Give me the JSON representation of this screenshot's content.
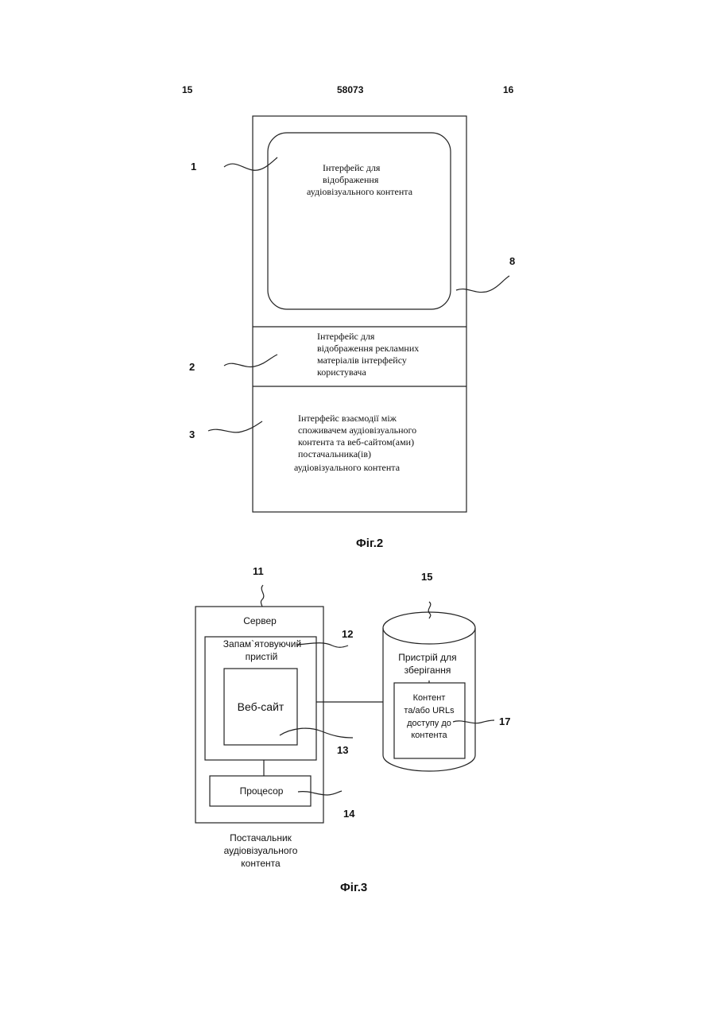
{
  "header": {
    "left_page": "15",
    "patent_no": "58073",
    "right_page": "16"
  },
  "fig2": {
    "caption": "Фіг.2",
    "refs": {
      "r1": "1",
      "r2": "2",
      "r3": "3",
      "r8": "8"
    },
    "panel1": [
      "Інтерфейс для",
      "відображення",
      "аудіовізуального контента"
    ],
    "panel2": [
      "Інтерфейс для",
      "відображення рекламних",
      "матеріалів інтерфейсу",
      "користувача"
    ],
    "panel3": [
      "Інтерфейс взаємодії між",
      "споживачем аудіовізуального",
      "контента та веб-сайтом(ами)",
      "постачальника(ів)",
      "аудіовізуального контента"
    ]
  },
  "fig3": {
    "caption": "Фіг.3",
    "refs": {
      "r11": "11",
      "r12": "12",
      "r13": "13",
      "r14": "14",
      "r15": "15",
      "r17": "17"
    },
    "server": "Сервер",
    "memory": [
      "Запам`ятовуючий",
      "пристій"
    ],
    "website": "Веб-сайт",
    "processor": "Процесор",
    "storage": [
      "Пристрій для",
      "зберігання"
    ],
    "content": [
      "Контент",
      "та/або URLs",
      "доступу до",
      "контента"
    ],
    "provider": [
      "Постачальник",
      "аудіовізуального",
      "контента"
    ]
  }
}
